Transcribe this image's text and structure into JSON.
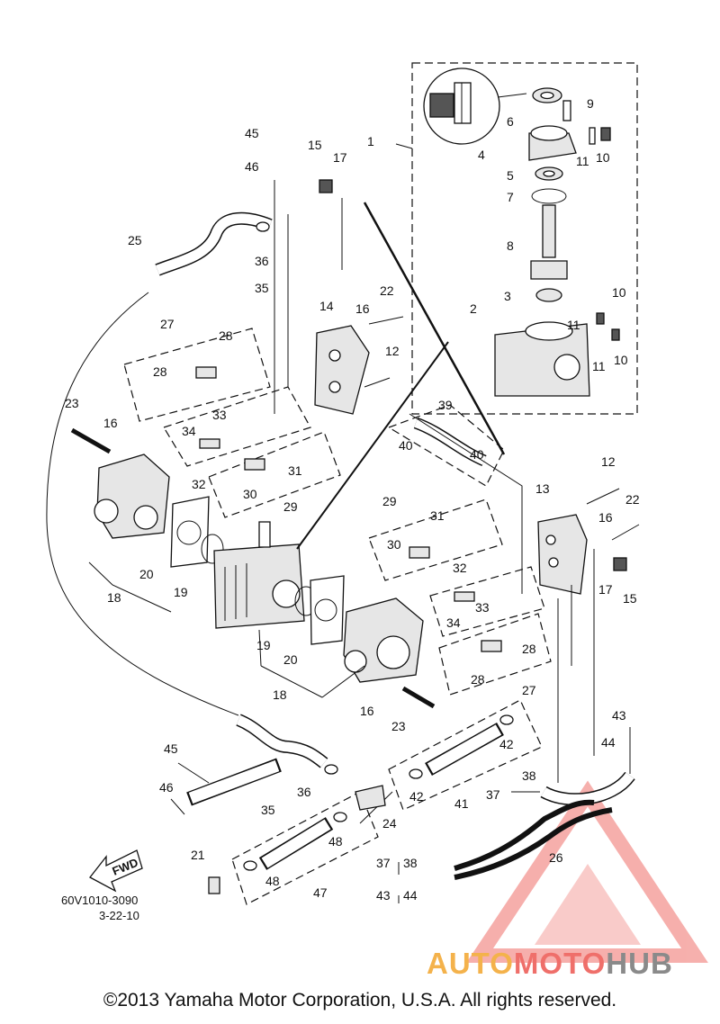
{
  "labels": {
    "c1": "1",
    "c2": "2",
    "c3": "3",
    "c4": "4",
    "c5": "5",
    "c6": "6",
    "c7": "7",
    "c8": "8",
    "c9": "9",
    "c10a": "10",
    "c10b": "10",
    "c10c": "10",
    "c11a": "11",
    "c11b": "11",
    "c11c": "11",
    "r12": "12",
    "r13": "13",
    "r15": "15",
    "r16": "16",
    "r17": "17",
    "r22": "22",
    "r27": "27",
    "r28a": "28",
    "r28b": "28",
    "r29": "29",
    "r30": "30",
    "r31": "31",
    "r32": "32",
    "r33": "33",
    "r34": "34",
    "r18": "18",
    "r19": "19",
    "r20": "20",
    "r16b": "16",
    "r23": "23",
    "r39": "39",
    "r40a": "40",
    "r40b": "40",
    "l12": "12",
    "l14": "14",
    "l15": "15",
    "l16": "16",
    "l17": "17",
    "l22": "22",
    "l23": "23",
    "l16b": "16",
    "l25": "25",
    "l27": "27",
    "l28a": "28",
    "l28b": "28",
    "l29": "29",
    "l30": "30",
    "l31": "31",
    "l32": "32",
    "l33": "33",
    "l34": "34",
    "l36": "36",
    "l35": "35",
    "l45": "45",
    "l46": "46",
    "l18": "18",
    "l19": "19",
    "l20": "20",
    "b21": "21",
    "b24": "24",
    "b26": "26",
    "b35": "35",
    "b36": "36",
    "b37a": "37",
    "b37b": "37",
    "b38a": "38",
    "b38b": "38",
    "b41": "41",
    "b42a": "42",
    "b42b": "42",
    "b43a": "43",
    "b43b": "43",
    "b44a": "44",
    "b44b": "44",
    "b45": "45",
    "b46": "46",
    "b47": "47",
    "b48a": "48",
    "b48b": "48"
  },
  "fwd_label": "FWD",
  "drawing_code": "60V1010-3090",
  "drawing_date": "3-22-10",
  "brand": {
    "part1": "AUTO",
    "part2": "MOTO",
    "part3": "HUB"
  },
  "copyright": "©2013 Yamaha Motor Corporation, U.S.A. All rights reserved.",
  "colors": {
    "brand_orange": "#f4b24b",
    "brand_red": "#ef6f6a",
    "brand_gray": "#8a8a8a",
    "line": "#111111"
  }
}
